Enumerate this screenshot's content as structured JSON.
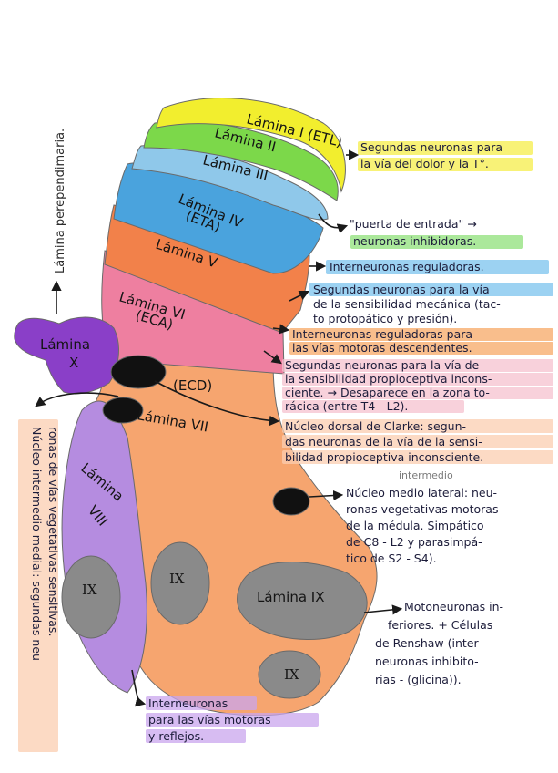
{
  "colors": {
    "lamina_i": "#f2ee2e",
    "lamina_ii": "#7cd84a",
    "lamina_iii": "#8fc8ea",
    "lamina_iv": "#4aa3dd",
    "lamina_v": "#f2814a",
    "lamina_vi": "#ee7fa0",
    "lamina_vii": "#f6a56f",
    "lamina_viii": "#b58ce0",
    "lamina_ix": "#8a8a8a",
    "lamina_x": "#8a3fc8",
    "nucleus": "#111111",
    "hl_yellow": "#f5ee4a",
    "hl_green": "#8fe07a",
    "hl_blue": "#7bc3ee",
    "hl_orange": "#f7a866",
    "hl_red": "#ee6a6a",
    "hl_pink": "#f6c2cf",
    "hl_peach": "#fbcdb0",
    "hl_purple": "#c9a6ee"
  },
  "labels": {
    "perpendicular": "Lámina perependimaria.",
    "lamina_i": "Lámina I (ETL)",
    "lamina_ii": "Lámina II",
    "lamina_iii": "Lámina III",
    "lamina_iv_1": "Lámina IV",
    "lamina_iv_2": "(ETA)",
    "lamina_v": "Lámina V",
    "lamina_vi_1": "Lámina VI",
    "lamina_vi_2": "(ECA)",
    "lamina_vii": "Lámina VII",
    "ecd": "(ECD)",
    "lamina_viii_1": "Lámina",
    "lamina_viii_2": "VIII",
    "lamina_x_1": "Lámina",
    "lamina_x_2": "X",
    "lamina_ix": "Lámina IX",
    "ix_a": "IX",
    "ix_b": "IX",
    "ix_c": "IX"
  },
  "annotations": {
    "a1_l1": "Segundas neuronas para",
    "a1_l2": "la vía del dolor y la T°.",
    "a2_l1": "\"puerta de entrada\" →",
    "a2_l2": "neuronas inhibidoras.",
    "a3_l1": "Interneuronas reguladoras.",
    "a4_l1": "Segundas neuronas para la vía",
    "a4_l2": "de la sensibilidad mecánica (tac-",
    "a4_l3": "to protopático y presión).",
    "a5_l1": "Interneuronas reguladoras para",
    "a5_l2": "las vías motoras descendentes.",
    "a6_l1": "Segundas neuronas para la vía de",
    "a6_l2": "la sensibilidad propioceptiva incons-",
    "a6_l3": "ciente. → Desaparece en la zona to-",
    "a6_l4": "rácica (entre T4 - L2).",
    "a7_l1": "Núcleo dorsal de Clarke: segun-",
    "a7_l2": "das neuronas de la vía de la sensi-",
    "a7_l3": "bilidad propioceptiva inconsciente.",
    "a7_small": "intermedio",
    "a8_l1": "Núcleo medio lateral: neu-",
    "a8_l2": "ronas vegetativas motoras",
    "a8_l3": "de la médula. Simpático",
    "a8_l4": "de C8 - L2 y parasimpá-",
    "a8_l5": "tico de S2 - S4).",
    "a9_l1": "Motoneuronas in-",
    "a9_l2": "feriores. + Células",
    "a9_l3": "de Renshaw (inter-",
    "a9_l4": "neuronas inhibito-",
    "a9_l5": "rias - (glicina)).",
    "a10_l1": "Interneuronas",
    "a10_l2": "para las vías motoras",
    "a10_l3": "y reflejos.",
    "vert_l1": "Núcleo intermedio medial: segundas neu-",
    "vert_l2": "ronas de vías vegetativas sensitivas."
  }
}
